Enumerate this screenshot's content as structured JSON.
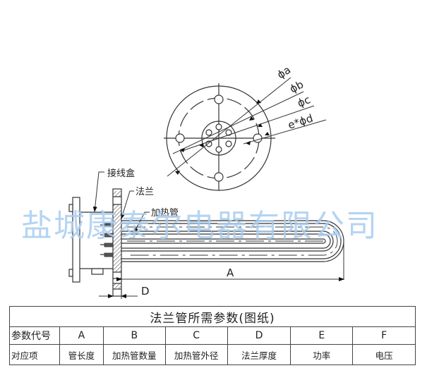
{
  "watermark": "盐城康泰尔电器有限公司",
  "drawing": {
    "flange_face_labels": {
      "phi_a": "ϕa",
      "phi_b": "ϕb",
      "phi_c": "ϕc",
      "e_phi_d": "e*ϕd"
    },
    "side_view_labels": {
      "junction_box": "接线盒",
      "flange": "法兰",
      "heating_tube": "加热管"
    },
    "dimensions": {
      "length": "A",
      "flange_thickness": "D"
    }
  },
  "table": {
    "title": "法兰管所需参数(图纸)",
    "code_row_header": "参数代号",
    "item_row_header": "对应项",
    "columns": [
      {
        "code": "A",
        "item": "管长度"
      },
      {
        "code": "B",
        "item": "加热管数量"
      },
      {
        "code": "C",
        "item": "加热管外径"
      },
      {
        "code": "D",
        "item": "法兰厚度"
      },
      {
        "code": "E",
        "item": "功率"
      },
      {
        "code": "F",
        "item": "电压"
      }
    ]
  }
}
